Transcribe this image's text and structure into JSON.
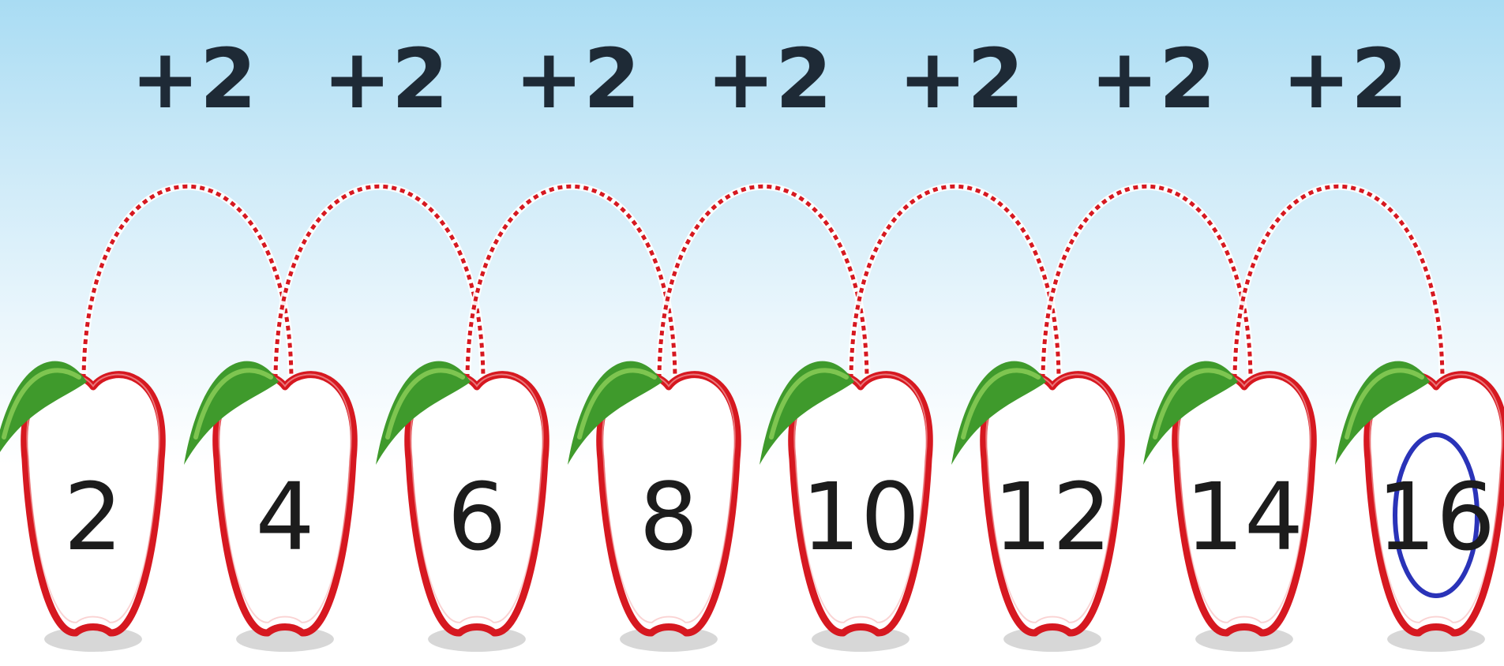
{
  "sequence": {
    "step_label": "+2",
    "numbers": [
      "2",
      "4",
      "6",
      "8",
      "10",
      "12",
      "14",
      "16"
    ],
    "highlighted_index": 7
  },
  "colors": {
    "apple_outline": "#d61820",
    "leaf": "#3f9a2c",
    "leaf_light": "#8fcf5a",
    "arc": "#d61820",
    "number_text": "#1c1c1c",
    "highlight_ring": "#2a33b8",
    "sky_top": "#a9dcf3"
  }
}
